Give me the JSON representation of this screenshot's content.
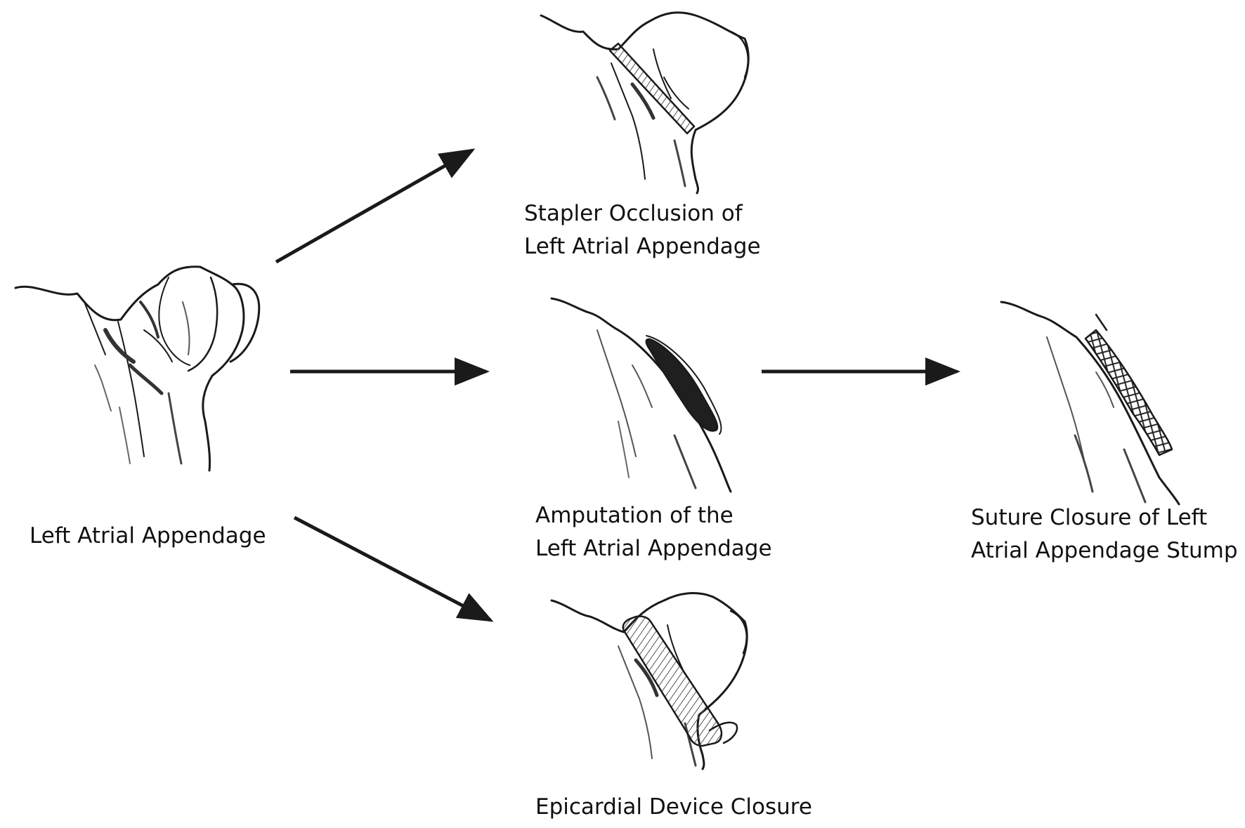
{
  "labels": {
    "left_atrial_appendage": [
      "Left Atrial Appendage"
    ],
    "stapler_occlusion": [
      "Stapler Occlusion of",
      "Left Atrial Appendage"
    ],
    "amputation": [
      "Amputation of the",
      "Left Atrial Appendage"
    ],
    "suture_closure": [
      "Suture Closure of Left",
      "Atrial Appendage Stump"
    ],
    "epicardial_device": [
      "Epicardial Device Closure"
    ]
  },
  "colors": {
    "ink": "#1a1a1a",
    "background": "#ffffff"
  },
  "icons": {
    "original": "left-atrial-appendage-drawing-icon",
    "stapler": "stapler-occlusion-drawing-icon",
    "amputation": "amputation-drawing-icon",
    "suture": "suture-closure-drawing-icon",
    "device": "epicardial-device-drawing-icon"
  }
}
